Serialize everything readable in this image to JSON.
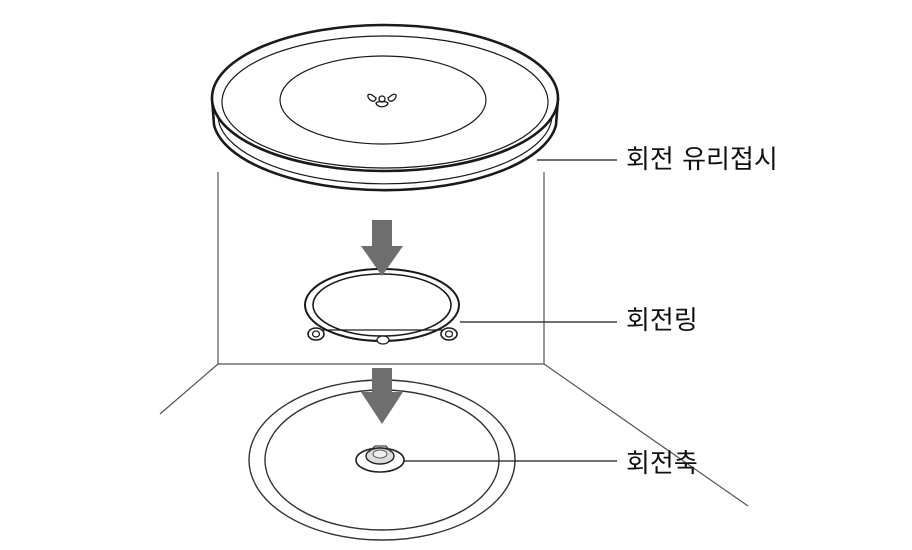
{
  "labels": {
    "glass_plate": "회전 유리접시",
    "roller_ring": "회전링",
    "shaft": "회전축"
  },
  "colors": {
    "line": "#1a1a1a",
    "arrow": "#6e6e6e",
    "thin_line": "#444444"
  }
}
